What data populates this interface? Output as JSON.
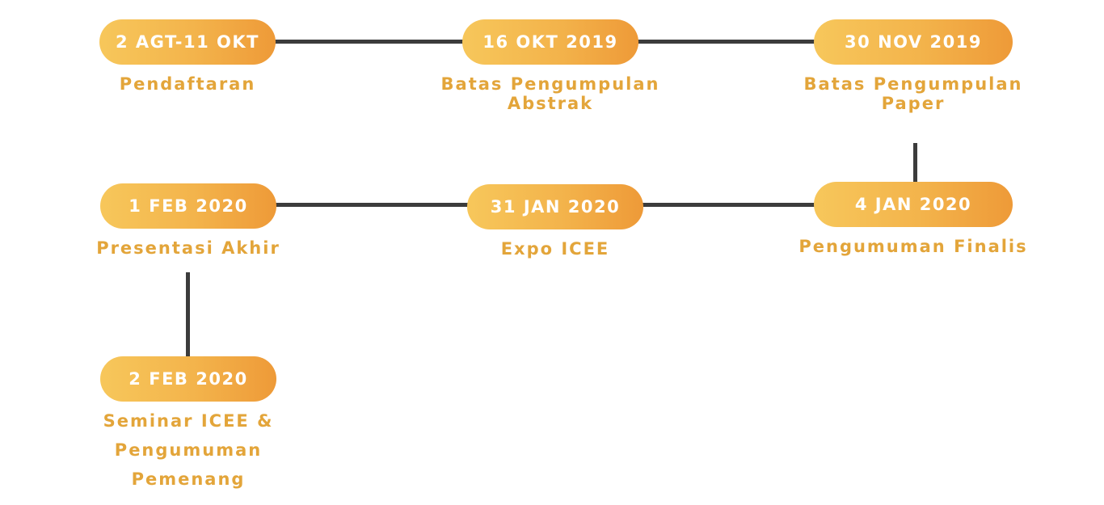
{
  "milestones": [
    {
      "date": "2 AGT-11 OKT",
      "label_lines": [
        "Pendaftaran"
      ]
    },
    {
      "date": "16 OKT 2019",
      "label_lines": [
        "Batas Pengumpulan",
        "Abstrak"
      ]
    },
    {
      "date": "30 NOV 2019",
      "label_lines": [
        "Batas Pengumpulan",
        "Paper"
      ]
    },
    {
      "date": "4 JAN 2020",
      "label_lines": [
        "Pengumuman Finalis"
      ]
    },
    {
      "date": "31 JAN 2020",
      "label_lines": [
        "Expo ICEE"
      ]
    },
    {
      "date": "1 FEB 2020",
      "label_lines": [
        "Presentasi Akhir"
      ]
    },
    {
      "date": "2 FEB 2020",
      "label_lines": [
        "Seminar ICEE &",
        "Pengumuman",
        "Pemenang"
      ]
    }
  ],
  "colors": {
    "pill_gradient_start": "#f7c75b",
    "pill_gradient_end": "#ee9a38",
    "caption_text": "#e3a53a",
    "connector": "#3c3c3c",
    "pill_text": "#ffffff"
  }
}
